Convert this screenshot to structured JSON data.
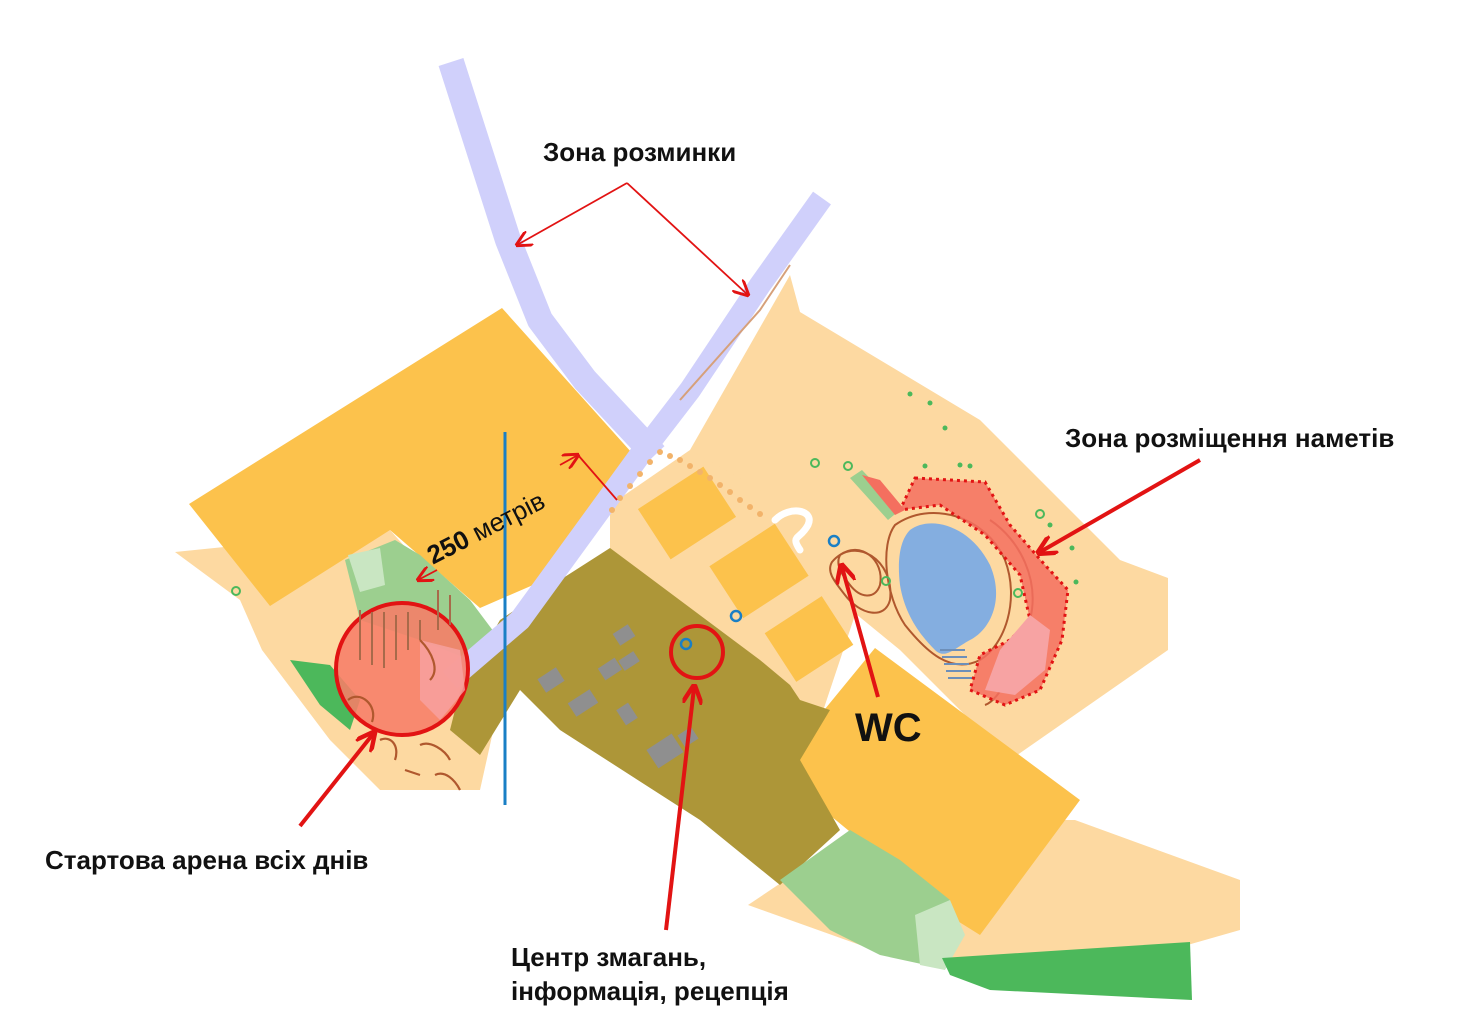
{
  "labels": {
    "warmup_zone": "Зона розминки",
    "tent_zone": "Зона розміщення наметів",
    "start_arena": "Стартова арена всіх днів",
    "center_line1": "Центр змагань,",
    "center_line2": "інформація, рецепція",
    "wc": "WC",
    "distance_value": "250",
    "distance_unit": "метрів"
  },
  "colors": {
    "field_open": "#fdd9a1",
    "field_yellow": "#fcc24c",
    "settlement": "#ad9638",
    "building": "#8f8f8f",
    "forest_light": "#9ccf8f",
    "forest_dark": "#4cb85b",
    "water": "#84aee0",
    "warmup_band": "#d0d0fb",
    "marker_red": "#e21313",
    "start_fill": "#f77d68",
    "tent_fill": "#f46f5f",
    "scale_line": "#1a7fc5",
    "contour": "#b0582e"
  },
  "icons": {
    "arrow": "arrow-pointer-icon",
    "start_marker": "circle-marker-icon",
    "center_marker": "circle-marker-icon"
  }
}
